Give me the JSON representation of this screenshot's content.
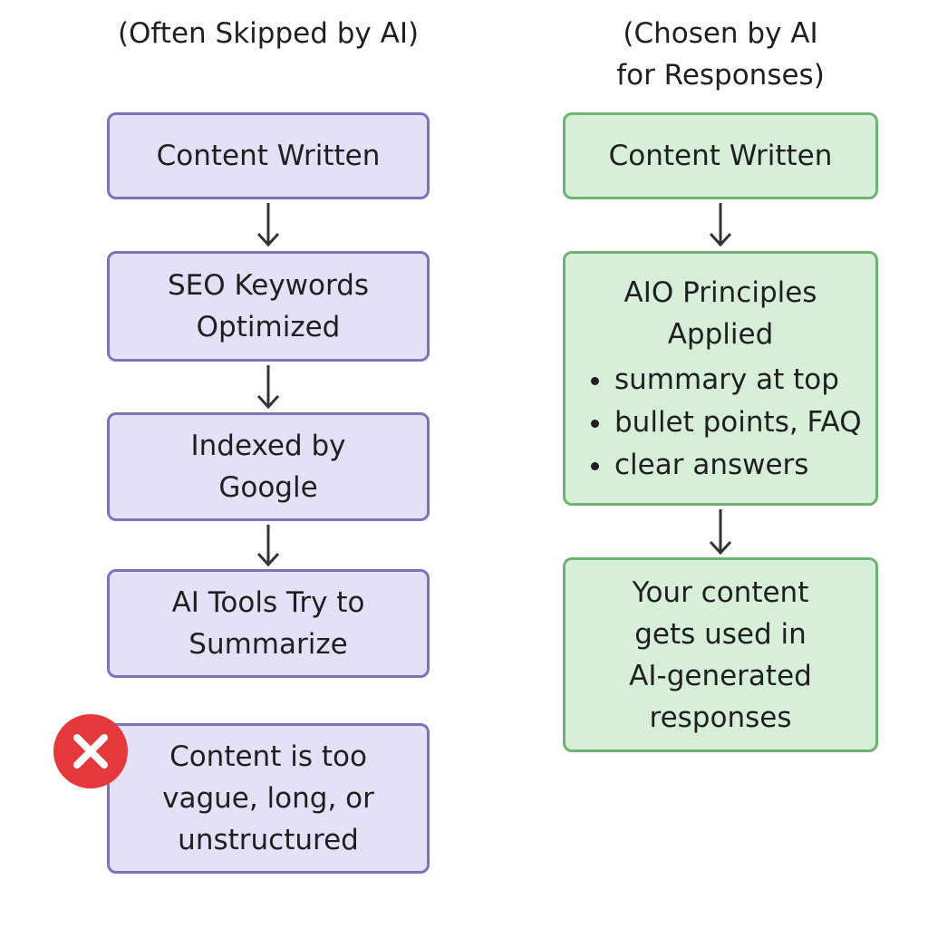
{
  "left_column": {
    "heading": "(Often Skipped by AI)",
    "steps": [
      {
        "lines": [
          "Content Written"
        ]
      },
      {
        "lines": [
          "SEO Keywords",
          "Optimized"
        ]
      },
      {
        "lines": [
          "Indexed by",
          "Google"
        ]
      },
      {
        "lines": [
          "AI Tools Try to",
          "Summarize"
        ]
      },
      {
        "lines": [
          "Content is too",
          "vague, long, or",
          "unstructured"
        ]
      }
    ],
    "error_icon": "error-x-icon"
  },
  "right_column": {
    "heading": [
      "(Chosen by AI",
      "for Responses)"
    ],
    "steps": [
      {
        "lines": [
          "Content Written"
        ]
      },
      {
        "lines": [
          "AIO Principles",
          "Applied"
        ],
        "bullets": [
          "summary at top",
          "bullet points, FAQ",
          "clear answers"
        ]
      },
      {
        "lines": [
          "Your content",
          "gets used in",
          "AI-generated",
          "responses"
        ]
      }
    ]
  },
  "colors": {
    "left_fill": "#e4e0f8",
    "left_border": "#7f72b6",
    "right_fill": "#d7efd9",
    "right_border": "#6fb374",
    "error_red": "#e5383b",
    "arrow": "#333333"
  }
}
